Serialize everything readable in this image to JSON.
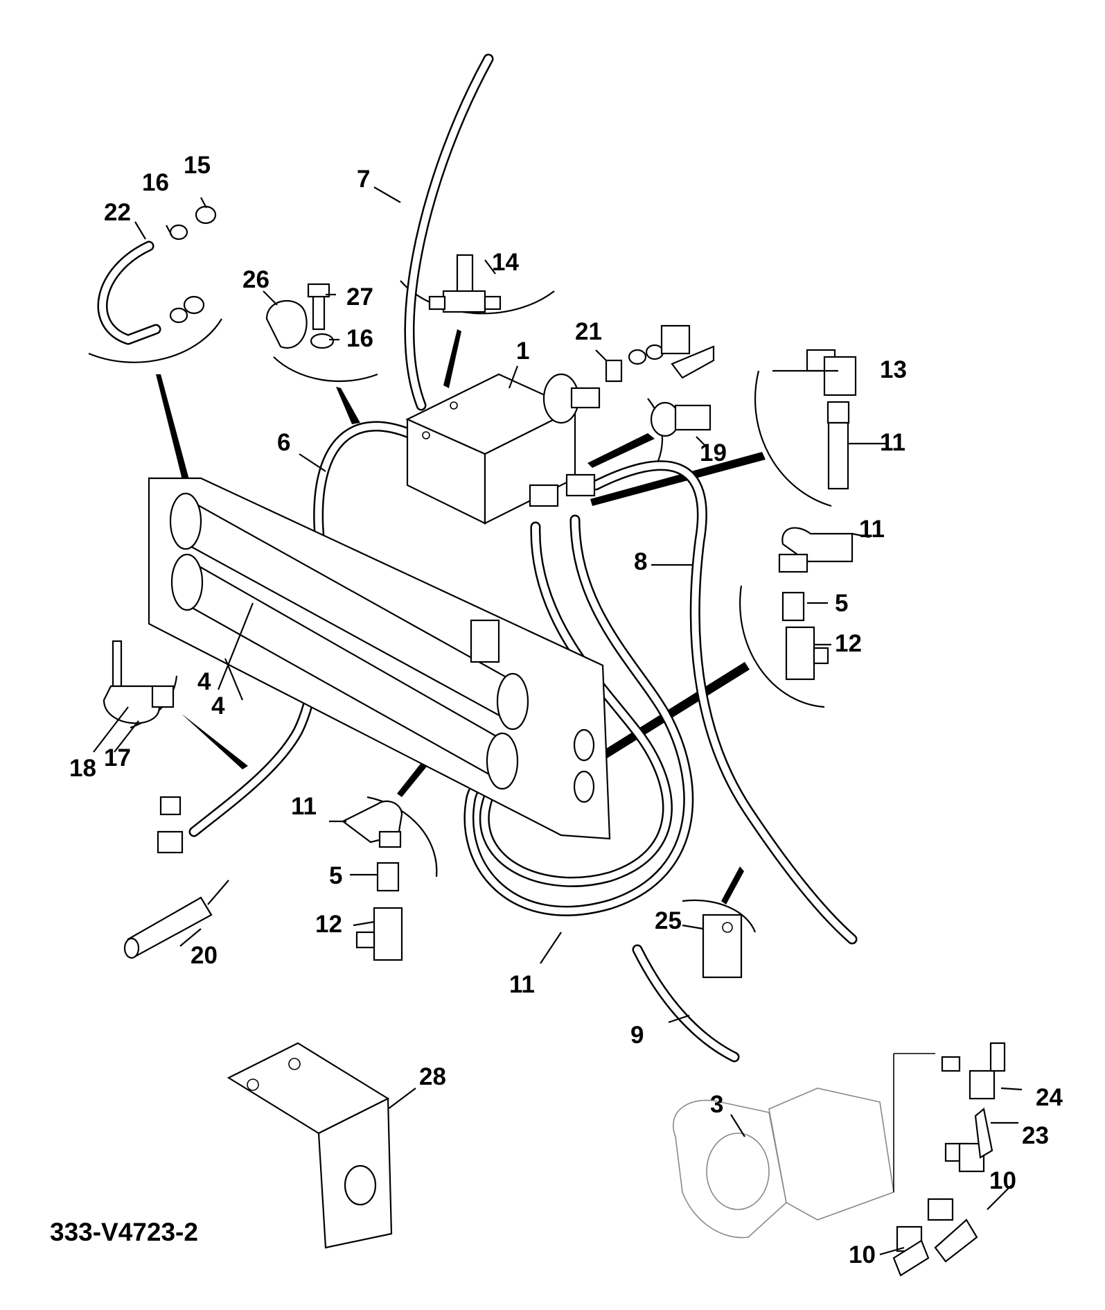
{
  "drawing_code": "333-V4723-2",
  "callouts": {
    "c1": "1",
    "c3": "3",
    "c4a": "4",
    "c4b": "4",
    "c5a": "5",
    "c5b": "5",
    "c6": "6",
    "c7": "7",
    "c8": "8",
    "c9": "9",
    "c10a": "10",
    "c10b": "10",
    "c11a": "11",
    "c11b": "11",
    "c11c": "11",
    "c11d": "11",
    "c12a": "12",
    "c12b": "12",
    "c13": "13",
    "c14": "14",
    "c15": "15",
    "c16a": "16",
    "c16b": "16",
    "c17": "17",
    "c18": "18",
    "c19": "19",
    "c20": "20",
    "c21": "21",
    "c22": "22",
    "c23": "23",
    "c24": "24",
    "c25": "25",
    "c26": "26",
    "c27": "27",
    "c28": "28"
  },
  "colors": {
    "ink": "#000000",
    "paper": "#ffffff",
    "faint": "#888888"
  }
}
